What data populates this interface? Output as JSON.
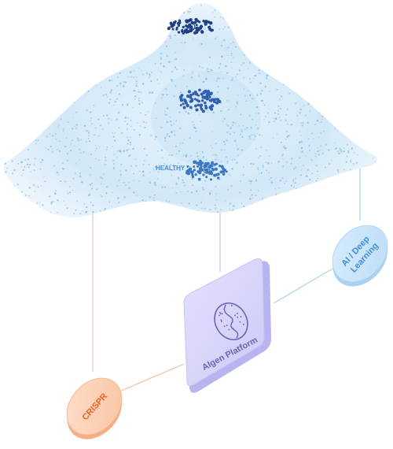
{
  "landscape": {
    "state_label": "HEALTHY",
    "fill_color": "#c9e4f6",
    "dot_color": "#7fb3da",
    "cluster_color": "#3b76bf",
    "top_cluster_color": "#1f3e86",
    "arrow_color": "#cfe4f4"
  },
  "nodes": {
    "ai": {
      "label_line1": "AI / Deep",
      "label_line2": "Learning",
      "color": "#bfe0fa",
      "text_color": "#3d8fd6"
    },
    "platform": {
      "label": "Algen Platform",
      "color": "#d4d2fb",
      "text_color": "#6d64b0"
    },
    "crispr": {
      "label": "CRISPR",
      "color": "#fbc9a8",
      "text_color": "#e8632a"
    }
  },
  "connectors": {
    "blue_color": "#9cc9ea",
    "orange_color": "#f1b9a0"
  }
}
